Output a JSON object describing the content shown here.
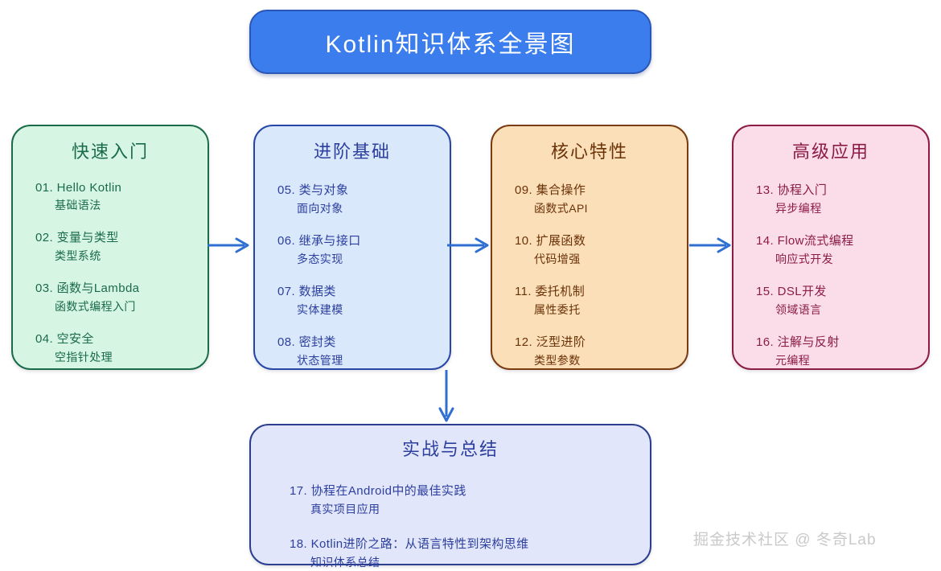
{
  "title": {
    "text": "Kotlin知识体系全景图"
  },
  "colors": {
    "title_bg": "#3b7dec",
    "title_text": "#ffffff",
    "green_fill": "#d7f5e3",
    "green_border": "#1a6b4a",
    "blue_fill": "#dae8fb",
    "blue_border": "#2747a8",
    "orange_fill": "#fbdfb8",
    "orange_border": "#7a3b10",
    "pink_fill": "#fbdde9",
    "pink_border": "#8c1b45",
    "bottom_fill": "#e2e6fa",
    "bottom_border": "#2c3f8e",
    "arrow": "#2f6fd0",
    "watermark": "#c9c9c9"
  },
  "columns": [
    {
      "title": "快速入门",
      "items": [
        {
          "main": "01. Hello Kotlin",
          "sub": "基础语法"
        },
        {
          "main": "02. 变量与类型",
          "sub": "类型系统"
        },
        {
          "main": "03. 函数与Lambda",
          "sub": "函数式编程入门"
        },
        {
          "main": "04. 空安全",
          "sub": "空指针处理"
        }
      ]
    },
    {
      "title": "进阶基础",
      "items": [
        {
          "main": "05. 类与对象",
          "sub": "面向对象"
        },
        {
          "main": "06. 继承与接口",
          "sub": "多态实现"
        },
        {
          "main": "07. 数据类",
          "sub": "实体建模"
        },
        {
          "main": "08. 密封类",
          "sub": "状态管理"
        }
      ]
    },
    {
      "title": "核心特性",
      "items": [
        {
          "main": "09. 集合操作",
          "sub": "函数式API"
        },
        {
          "main": "10. 扩展函数",
          "sub": "代码增强"
        },
        {
          "main": "11. 委托机制",
          "sub": "属性委托"
        },
        {
          "main": "12. 泛型进阶",
          "sub": "类型参数"
        }
      ]
    },
    {
      "title": "高级应用",
      "items": [
        {
          "main": "13. 协程入门",
          "sub": "异步编程"
        },
        {
          "main": "14. Flow流式编程",
          "sub": "响应式开发"
        },
        {
          "main": "15. DSL开发",
          "sub": "领域语言"
        },
        {
          "main": "16. 注解与反射",
          "sub": "元编程"
        }
      ]
    }
  ],
  "bottom": {
    "title": "实战与总结",
    "items": [
      {
        "main": "17. 协程在Android中的最佳实践",
        "sub": "真实项目应用"
      },
      {
        "main": "18. Kotlin进阶之路：从语言特性到架构思维",
        "sub": "知识体系总结"
      }
    ]
  },
  "arrows": [
    {
      "name": "arrow-quickstart-to-basics",
      "direction": "right"
    },
    {
      "name": "arrow-basics-to-core",
      "direction": "right"
    },
    {
      "name": "arrow-core-to-advanced",
      "direction": "right"
    },
    {
      "name": "arrow-basics-to-summary",
      "direction": "down"
    }
  ],
  "watermark": {
    "text": "掘金技术社区 @ 冬奇Lab"
  }
}
